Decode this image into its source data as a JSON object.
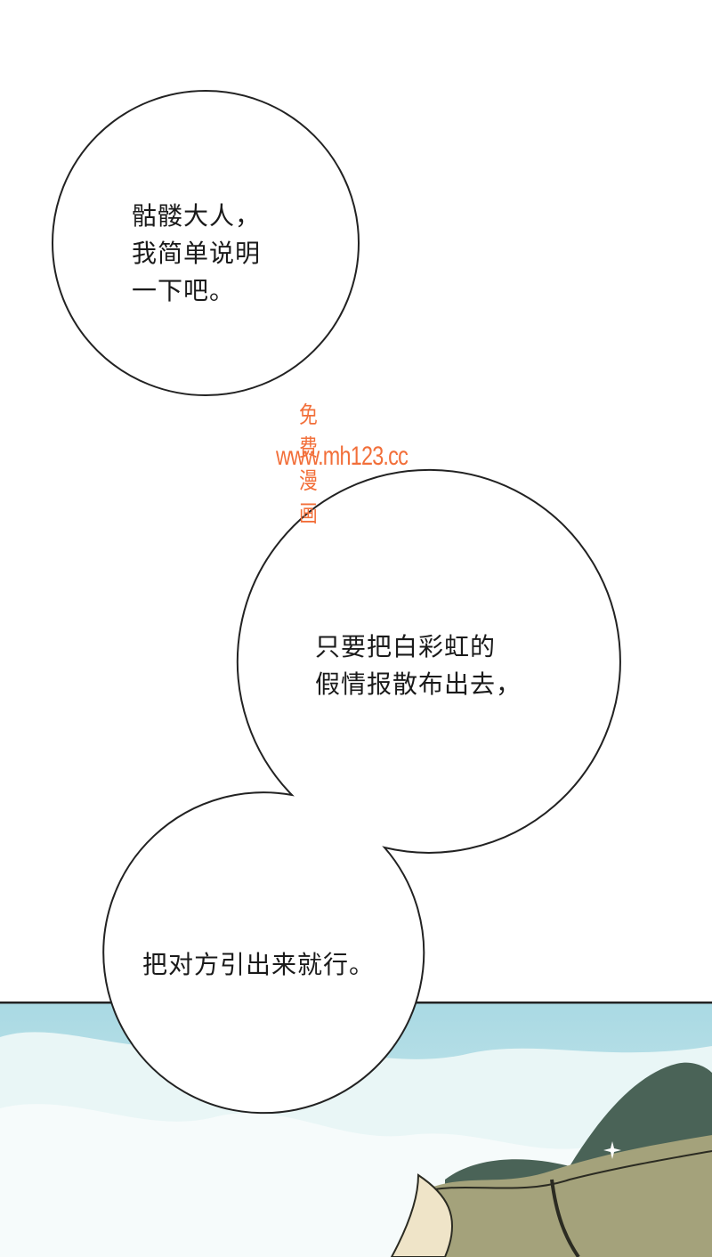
{
  "bubbles": [
    {
      "lines": [
        "骷髅大人，",
        "我简单说明",
        "一下吧。"
      ]
    },
    {
      "lines": [
        "只要把白彩虹的",
        "假情报散布出去，"
      ]
    },
    {
      "lines": [
        "把对方引出来就行。"
      ]
    }
  ],
  "watermark": {
    "line1": "免费漫画",
    "line2": "www.mh123.cc"
  },
  "colors": {
    "watermark": "#f26f3a",
    "sky": "#bfe3ea",
    "cloud": "#f4fbfb",
    "mountain": "#3f5a50",
    "sleeve": "#9a9872"
  }
}
